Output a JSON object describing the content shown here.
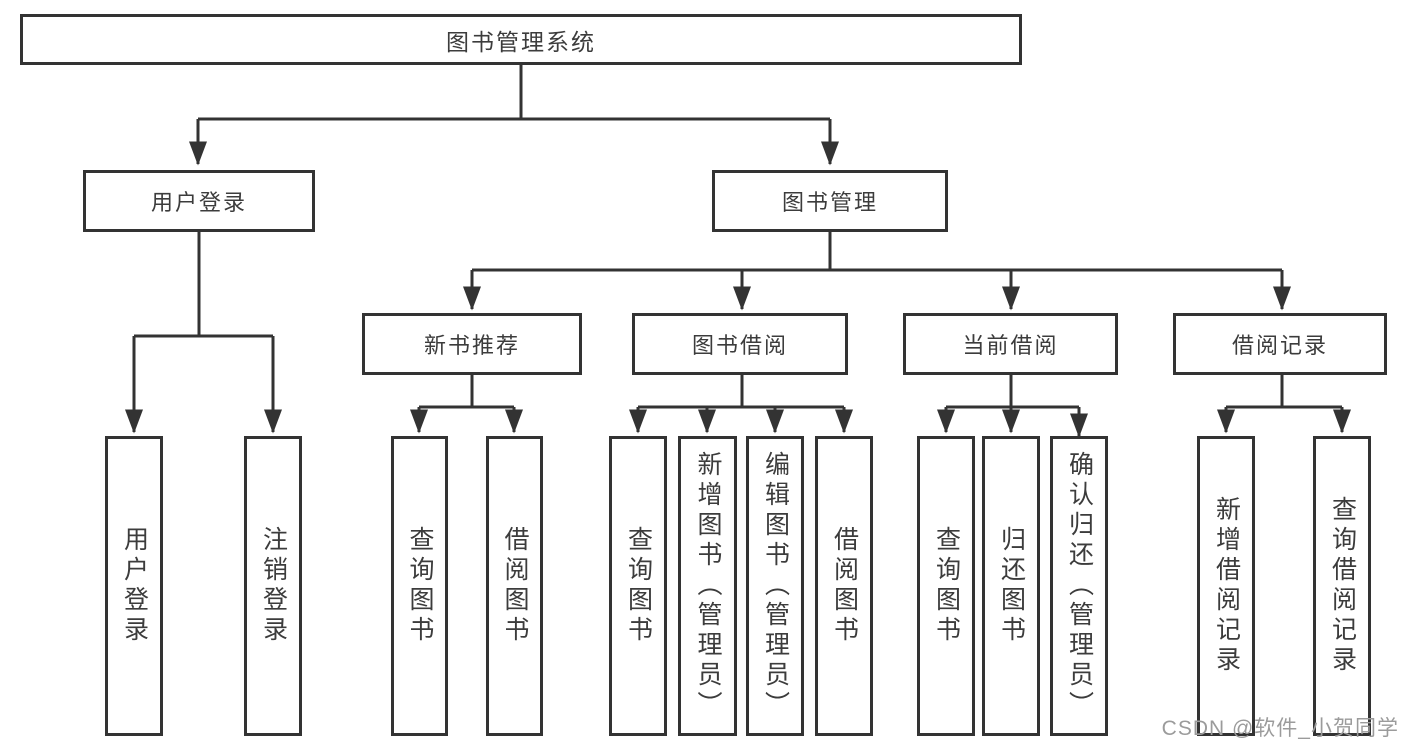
{
  "tree": {
    "label": "图书管理系统",
    "children": [
      {
        "label": "用户登录",
        "children": [
          {
            "label": "用户登录"
          },
          {
            "label": "注销登录"
          }
        ]
      },
      {
        "label": "图书管理",
        "children": [
          {
            "label": "新书推荐",
            "children": [
              {
                "label": "查询图书"
              },
              {
                "label": "借阅图书"
              }
            ]
          },
          {
            "label": "图书借阅",
            "children": [
              {
                "label": "查询图书"
              },
              {
                "label": "新增图书（管理员）"
              },
              {
                "label": "编辑图书（管理员）"
              },
              {
                "label": "借阅图书"
              }
            ]
          },
          {
            "label": "当前借阅",
            "children": [
              {
                "label": "查询图书"
              },
              {
                "label": "归还图书"
              },
              {
                "label": "确认归还（管理员）"
              }
            ]
          },
          {
            "label": "借阅记录",
            "children": [
              {
                "label": "新增借阅记录"
              },
              {
                "label": "查询借阅记录"
              }
            ]
          }
        ]
      }
    ]
  },
  "watermark": "CSDN @软件_小贺同学",
  "colors": {
    "line": "#333333",
    "text": "#3c3c3c",
    "watermark": "#9b9b9b"
  }
}
